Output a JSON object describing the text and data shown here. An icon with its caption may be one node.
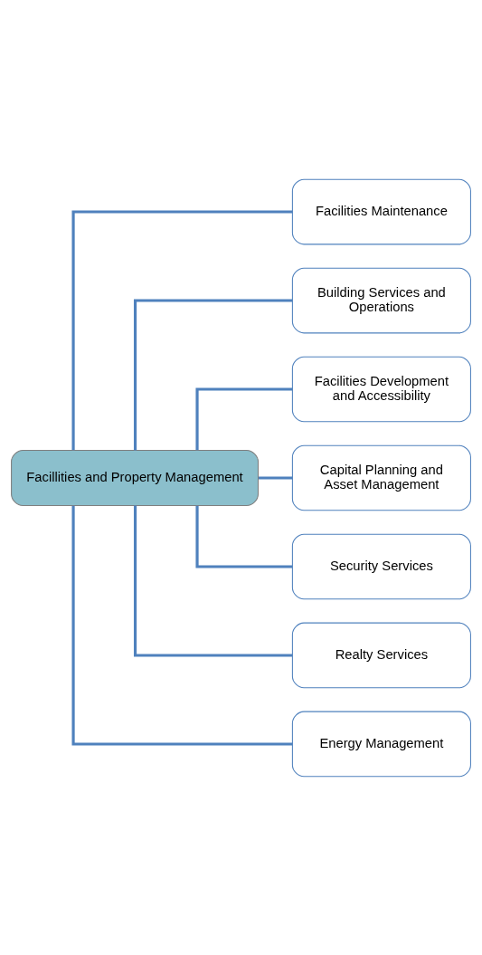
{
  "diagram": {
    "nodes": [
      {
        "text": [
          "Facillities and Property Management"
        ]
      },
      {
        "text": [
          "Facilities Maintenance"
        ]
      },
      {
        "text": [
          "Building Services and Operations"
        ]
      },
      {
        "text": [
          "Facilities Development and Accessibility"
        ]
      },
      {
        "text": [
          "Capital Planning and Asset Management"
        ]
      },
      {
        "text": [
          "Security Services"
        ]
      },
      {
        "text": [
          "Realty Services"
        ]
      },
      {
        "text": [
          "Energy Management"
        ]
      }
    ],
    "edges": [
      {
        "from": 0,
        "to": 1,
        "arrow": "none"
      },
      {
        "from": 0,
        "to": 2,
        "arrow": "none"
      },
      {
        "from": 0,
        "to": 3,
        "arrow": "none"
      },
      {
        "from": 0,
        "to": 4,
        "arrow": "none"
      },
      {
        "from": 0,
        "to": 5,
        "arrow": "none"
      },
      {
        "from": 0,
        "to": 6,
        "arrow": "none"
      },
      {
        "from": 0,
        "to": 7,
        "arrow": "none"
      }
    ]
  }
}
